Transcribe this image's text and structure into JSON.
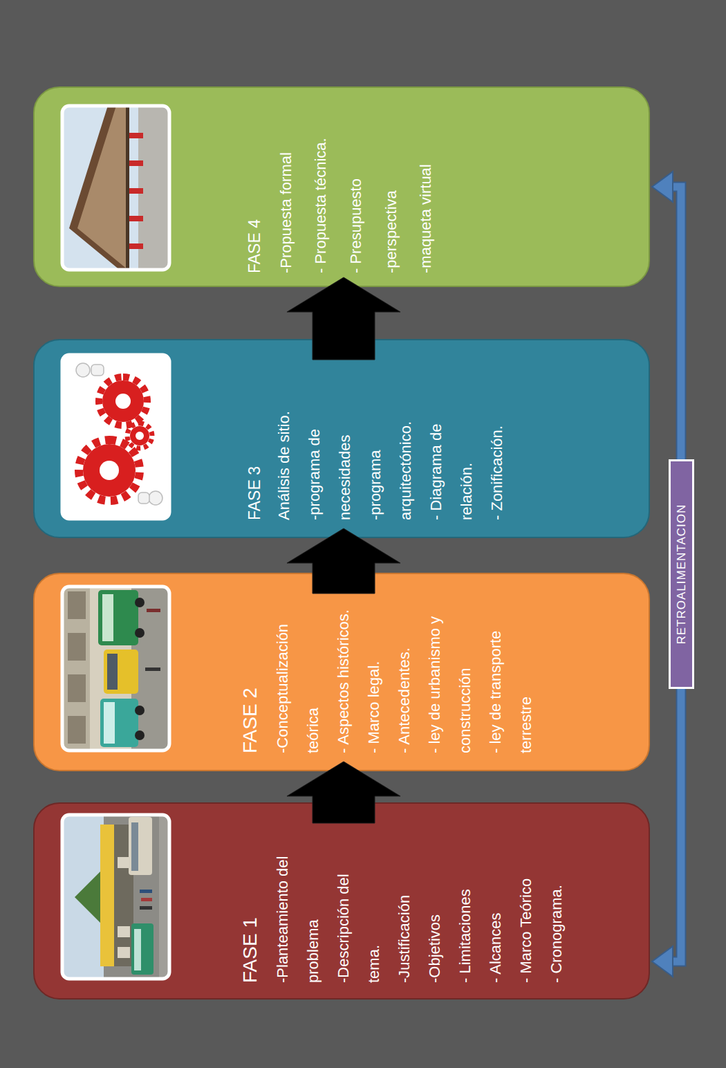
{
  "diagram": {
    "nodes": [
      {
        "text": [
          "FASE 1",
          "-Planteamiento del problema",
          "-Descripción del tema.",
          "-Justificación",
          "-Objetivos",
          "- Limitaciones",
          "- Alcances",
          "- Marco Teórico",
          "- Cronograma."
        ]
      },
      {
        "text": [
          "FASE 2",
          "-Conceptualización teórica",
          "- Aspectos históricos.",
          "- Marco legal.",
          "- Antecedentes.",
          "- ley de urbanismo y construcción",
          "- ley de transporte terrestre"
        ]
      },
      {
        "text": [
          "FASE 3",
          "Análisis de sitio.",
          "-programa de necesidades",
          "-programa arquitectónico.",
          "- Diagrama de relación.",
          "- Zonificación."
        ]
      },
      {
        "text": [
          "FASE 4",
          "-Propuesta formal",
          "- Propuesta técnica.",
          "- Presupuesto",
          "-perspectiva",
          "-maqueta virtual"
        ]
      }
    ],
    "edges": [
      {
        "from": 0,
        "to": 1,
        "arrow": "to"
      },
      {
        "from": 1,
        "to": 2,
        "arrow": "to"
      },
      {
        "from": 2,
        "to": 3,
        "arrow": "to"
      },
      {
        "from": 3,
        "to": 0,
        "label": "RETROALIMENTACION",
        "arrow": "both"
      }
    ]
  }
}
